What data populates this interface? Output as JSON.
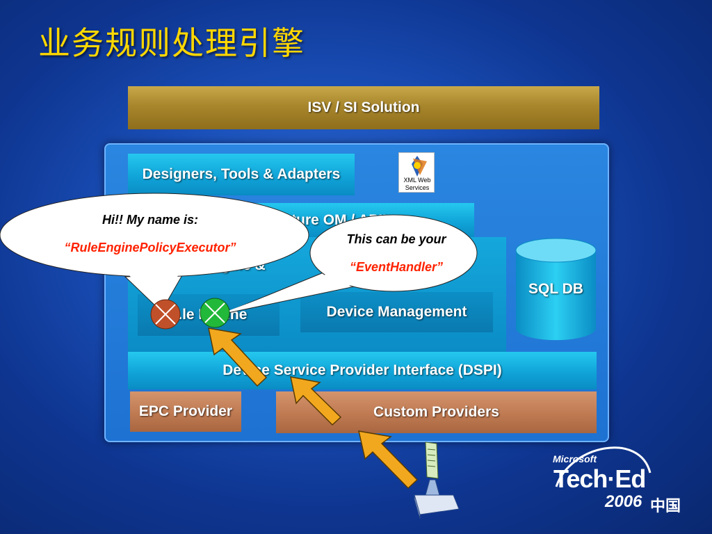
{
  "slide": {
    "title": "业务规则处理引擎"
  },
  "diagram": {
    "isv": "ISV / SI Solution",
    "designers": "Designers, Tools & Adapters",
    "xml_services": {
      "line1": "XML Web",
      "line2": "Services"
    },
    "infrastructure": "...cture OM / API's",
    "engine_row": "...gine &",
    "rule_engine": "...le Engine",
    "device_management": "Device Management",
    "sql_db": "SQL DB",
    "dspi": "Device Service Provider Interface (DSPI)",
    "epc_provider": "EPC Provider",
    "custom_providers": "Custom Providers"
  },
  "callouts": {
    "left": {
      "line1": "Hi!! My name is:",
      "line2": "“RuleEnginePolicyExecutor”"
    },
    "right": {
      "line1": "This can be your",
      "line2": "“EventHandler”"
    }
  },
  "brand": {
    "company": "Microsoft",
    "event": "Tech·Ed",
    "year": "2006",
    "region": "中国"
  },
  "icons": [
    "xml-web-services-icon",
    "database-cylinder",
    "disabled-marker-icon",
    "enabled-marker-icon",
    "document-transmitter-icon",
    "pointer-arrow"
  ],
  "colors": {
    "title": "#ffd700",
    "highlight": "#ff2200"
  }
}
